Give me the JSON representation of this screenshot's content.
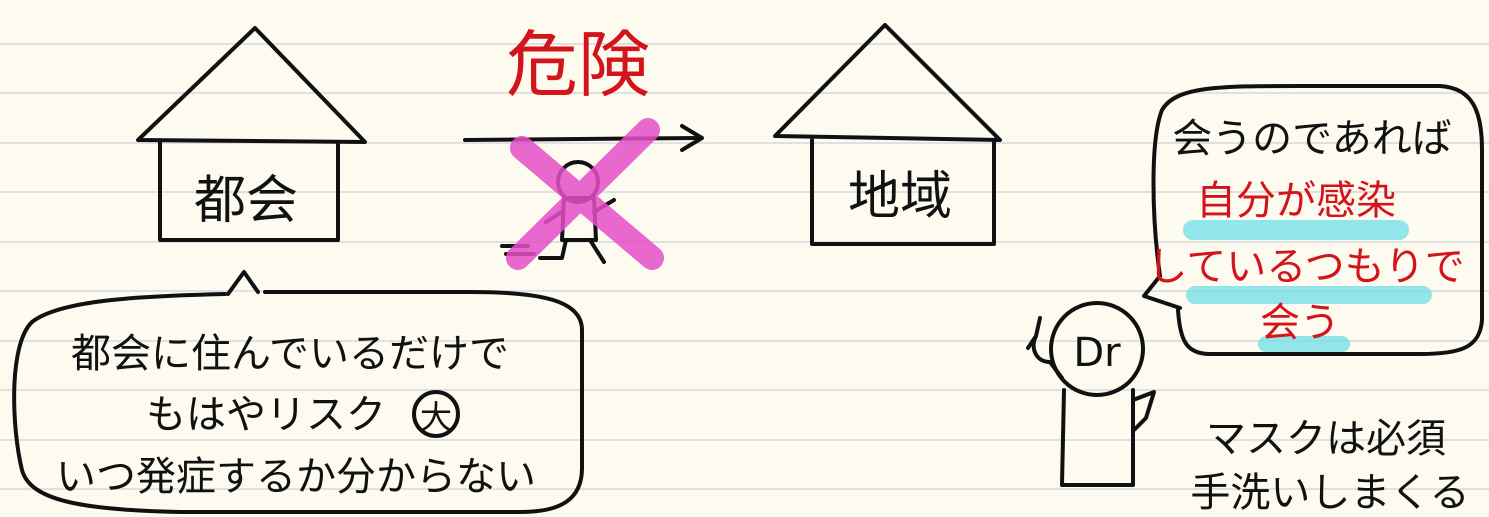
{
  "title": "危険",
  "left_house": {
    "label": "都会"
  },
  "right_house": {
    "label": "地域"
  },
  "left_bubble": {
    "line1": "都会に住んでいるだけで",
    "line2": "もはやリスク",
    "circled": "大",
    "line3": "いつ発症するか分からない"
  },
  "right_bubble": {
    "line1": "会うのであれば",
    "line2": "自分が感染",
    "line3": "しているつもりで",
    "line4": "会う"
  },
  "doctor": {
    "label": "Dr",
    "note1": "マスクは必須",
    "note2": "手洗いしまくる"
  },
  "colors": {
    "background": "#fdfbef",
    "rule": "#cfcfd6",
    "ink": "#111111",
    "red_text": "#d4141c",
    "pink_cross": "#e64fc8",
    "highlight": "#7fe0e6"
  }
}
